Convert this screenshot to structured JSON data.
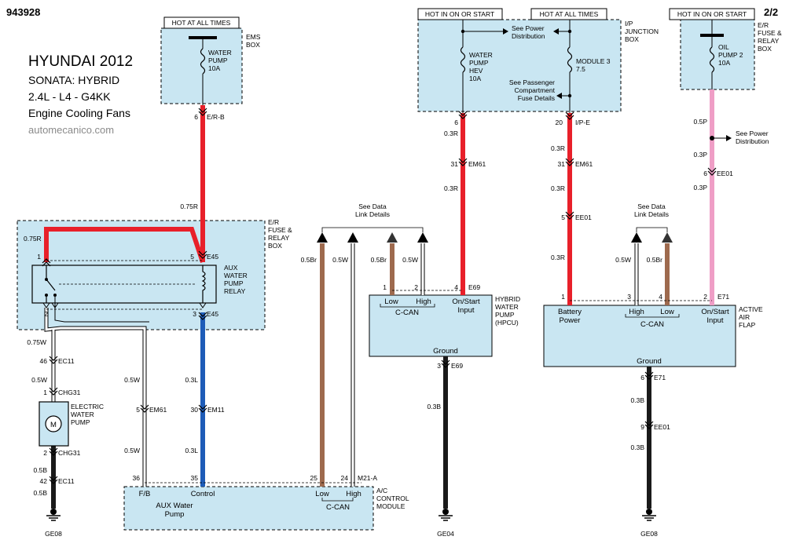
{
  "doc": {
    "id": "943928",
    "page": "2/2",
    "title_lines": [
      "HYUNDAI 2012",
      "SONATA: HYBRID",
      "2.4L - L4 - G4KK",
      "Engine Cooling Fans"
    ],
    "site": "automecanico.com"
  },
  "headers": {
    "ems": "HOT AT ALL TIMES",
    "ip_on": "HOT IN ON OR START",
    "ip_hot": "HOT AT ALL TIMES",
    "er_on": "HOT IN ON OR START"
  },
  "boxes": {
    "ems": [
      "EMS",
      "BOX"
    ],
    "ip": [
      "I/P",
      "JUNCTION",
      "BOX"
    ],
    "er_relay": [
      "E/R",
      "FUSE &",
      "RELAY",
      "BOX"
    ],
    "er_right": [
      "E/R",
      "FUSE &",
      "RELAY",
      "BOX"
    ]
  },
  "fuses": {
    "water_pump": [
      "WATER",
      "PUMP",
      "10A"
    ],
    "water_pump_hev": [
      "WATER",
      "PUMP",
      "HEV",
      "10A"
    ],
    "module3": [
      "MODULE 3",
      "7.5"
    ],
    "oil_pump2": [
      "OIL",
      "PUMP 2",
      "10A"
    ]
  },
  "notes": {
    "power_dist_1": [
      "See Power",
      "Distribution"
    ],
    "pass_comp": [
      "See Passenger",
      "Compartment",
      "Fuse Details"
    ],
    "power_dist_2": [
      "See Power",
      "Distribution"
    ],
    "data_link_1": [
      "See Data",
      "Link Details"
    ],
    "data_link_2": [
      "See Data",
      "Link Details"
    ]
  },
  "relay": {
    "label": [
      "AUX",
      "WATER",
      "PUMP",
      "RELAY"
    ]
  },
  "motor": {
    "label": [
      "ELECTRIC",
      "WATER",
      "PUMP"
    ],
    "symbol": "M"
  },
  "modules": {
    "hpcu": {
      "side": [
        "HYBRID",
        "WATER",
        "PUMP",
        "(HPCU)"
      ],
      "low": "Low",
      "high": "High",
      "can": "C-CAN",
      "input": [
        "On/Start",
        "Input"
      ],
      "ground": "Ground"
    },
    "flap": {
      "side": [
        "ACTIVE",
        "AIR",
        "FLAP"
      ],
      "battery": [
        "Battery",
        "Power"
      ],
      "high": "High",
      "low": "Low",
      "can": "C-CAN",
      "input": [
        "On/Start",
        "Input"
      ],
      "ground": "Ground"
    },
    "ac": {
      "side": [
        "A/C",
        "CONTROL",
        "MODULE"
      ],
      "fb": "F/B",
      "control": "Control",
      "aux": [
        "AUX Water",
        "Pump"
      ],
      "low": "Low",
      "high": "High",
      "can": "C-CAN"
    }
  },
  "wire_labels": {
    "w_075R_top": "0.75R",
    "w_075R_relay": "0.75R",
    "w_075W": "0.75W",
    "w_05W_a": "0.5W",
    "w_05B_a": "0.5B",
    "w_05B_b": "0.5B",
    "w_05W_fb1": "0.5W",
    "w_05W_fb2": "0.5W",
    "w_03L_1": "0.3L",
    "w_03L_2": "0.3L",
    "w_05Br_ac": "0.5Br",
    "w_05W_ac": "0.5W",
    "w_05Br_h": "0.5Br",
    "w_05W_h": "0.5W",
    "w_03R_h1": "0.3R",
    "w_03R_h2": "0.3R",
    "w_03B_h": "0.3B",
    "w_03R_f1": "0.3R",
    "w_03R_f2": "0.3R",
    "w_03R_f3": "0.3R",
    "w_05W_f": "0.5W",
    "w_05Br_f": "0.5Br",
    "w_03B_f1": "0.3B",
    "w_03B_f2": "0.3B",
    "w_05P": "0.5P",
    "w_03P_1": "0.3P",
    "w_03P_2": "0.3P"
  },
  "pins": {
    "p6_er": "6",
    "c_er": "E/R-B",
    "p1_relay": "1",
    "p5_relay": "5",
    "c_e45a": "E45",
    "p2_relay": "2",
    "p3_relay": "3",
    "c_e45b": "E45",
    "p46": "46",
    "c_ec11a": "EC11",
    "p1_chg": "1",
    "c_chg31a": "CHG31",
    "p2_chg": "2",
    "c_chg31b": "CHG31",
    "p42": "42",
    "c_ec11b": "EC11",
    "p5_em61": "5",
    "c_em61a": "EM61",
    "p30": "30",
    "c_em11": "EM11",
    "p36": "36",
    "p35": "35",
    "p25": "25",
    "p24": "24",
    "c_m21": "M21-A",
    "p6_ip": "6",
    "p31_h": "31",
    "c_em61b": "EM61",
    "p1_h": "1",
    "p2_h": "2",
    "p4_h": "4",
    "c_e69a": "E69",
    "p3_h": "3",
    "c_e69b": "E69",
    "p20": "20",
    "c_ipe": "I/P-E",
    "p31_f": "31",
    "c_em61c": "EM61",
    "p5_f": "5",
    "c_ee01a": "EE01",
    "p1_f": "1",
    "p3_f": "3",
    "p4_f": "4",
    "p2_f": "2",
    "c_e71a": "E71",
    "p6_f": "6",
    "c_e71b": "E71",
    "p9_f": "9",
    "c_ee01b": "EE01",
    "p6_p": "6",
    "c_ee01c": "EE01"
  },
  "grounds": {
    "g1": "GE08",
    "g2": "GE04",
    "g3": "GE08"
  },
  "colors": {
    "red": "#e8202a",
    "blue": "#1e5cb8",
    "brown": "#9e6a4e",
    "pink": "#ef9ec6",
    "black": "#1a1a1a",
    "box": "#c9e6f2"
  }
}
